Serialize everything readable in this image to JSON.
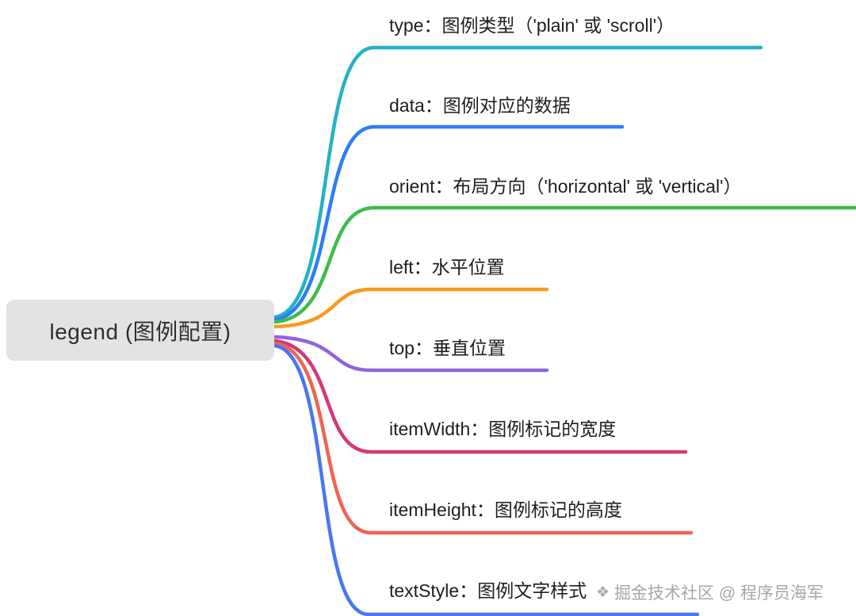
{
  "root": {
    "label": "legend (图例配置)"
  },
  "branches": [
    {
      "name": "type",
      "label": "type：图例类型（'plain' 或 'scroll'）",
      "color": "#25b2c3"
    },
    {
      "name": "data",
      "label": "data：图例对应的数据",
      "color": "#2e7df6"
    },
    {
      "name": "orient",
      "label": "orient：布局方向（'horizontal' 或 'vertical'）",
      "color": "#3dbd4a"
    },
    {
      "name": "left",
      "label": "left：水平位置",
      "color": "#f79b1d"
    },
    {
      "name": "top",
      "label": "top：垂直位置",
      "color": "#8f63e0"
    },
    {
      "name": "itemWidth",
      "label": "itemWidth：图例标记的宽度",
      "color": "#d23a77"
    },
    {
      "name": "itemHeight",
      "label": "itemHeight：图例标记的高度",
      "color": "#ee6352"
    },
    {
      "name": "textStyle",
      "label": "textStyle：图例文字样式",
      "color": "#4976f2"
    }
  ],
  "watermark": {
    "icon": "❖",
    "text": "掘金技术社区 @ 程序员海军"
  }
}
